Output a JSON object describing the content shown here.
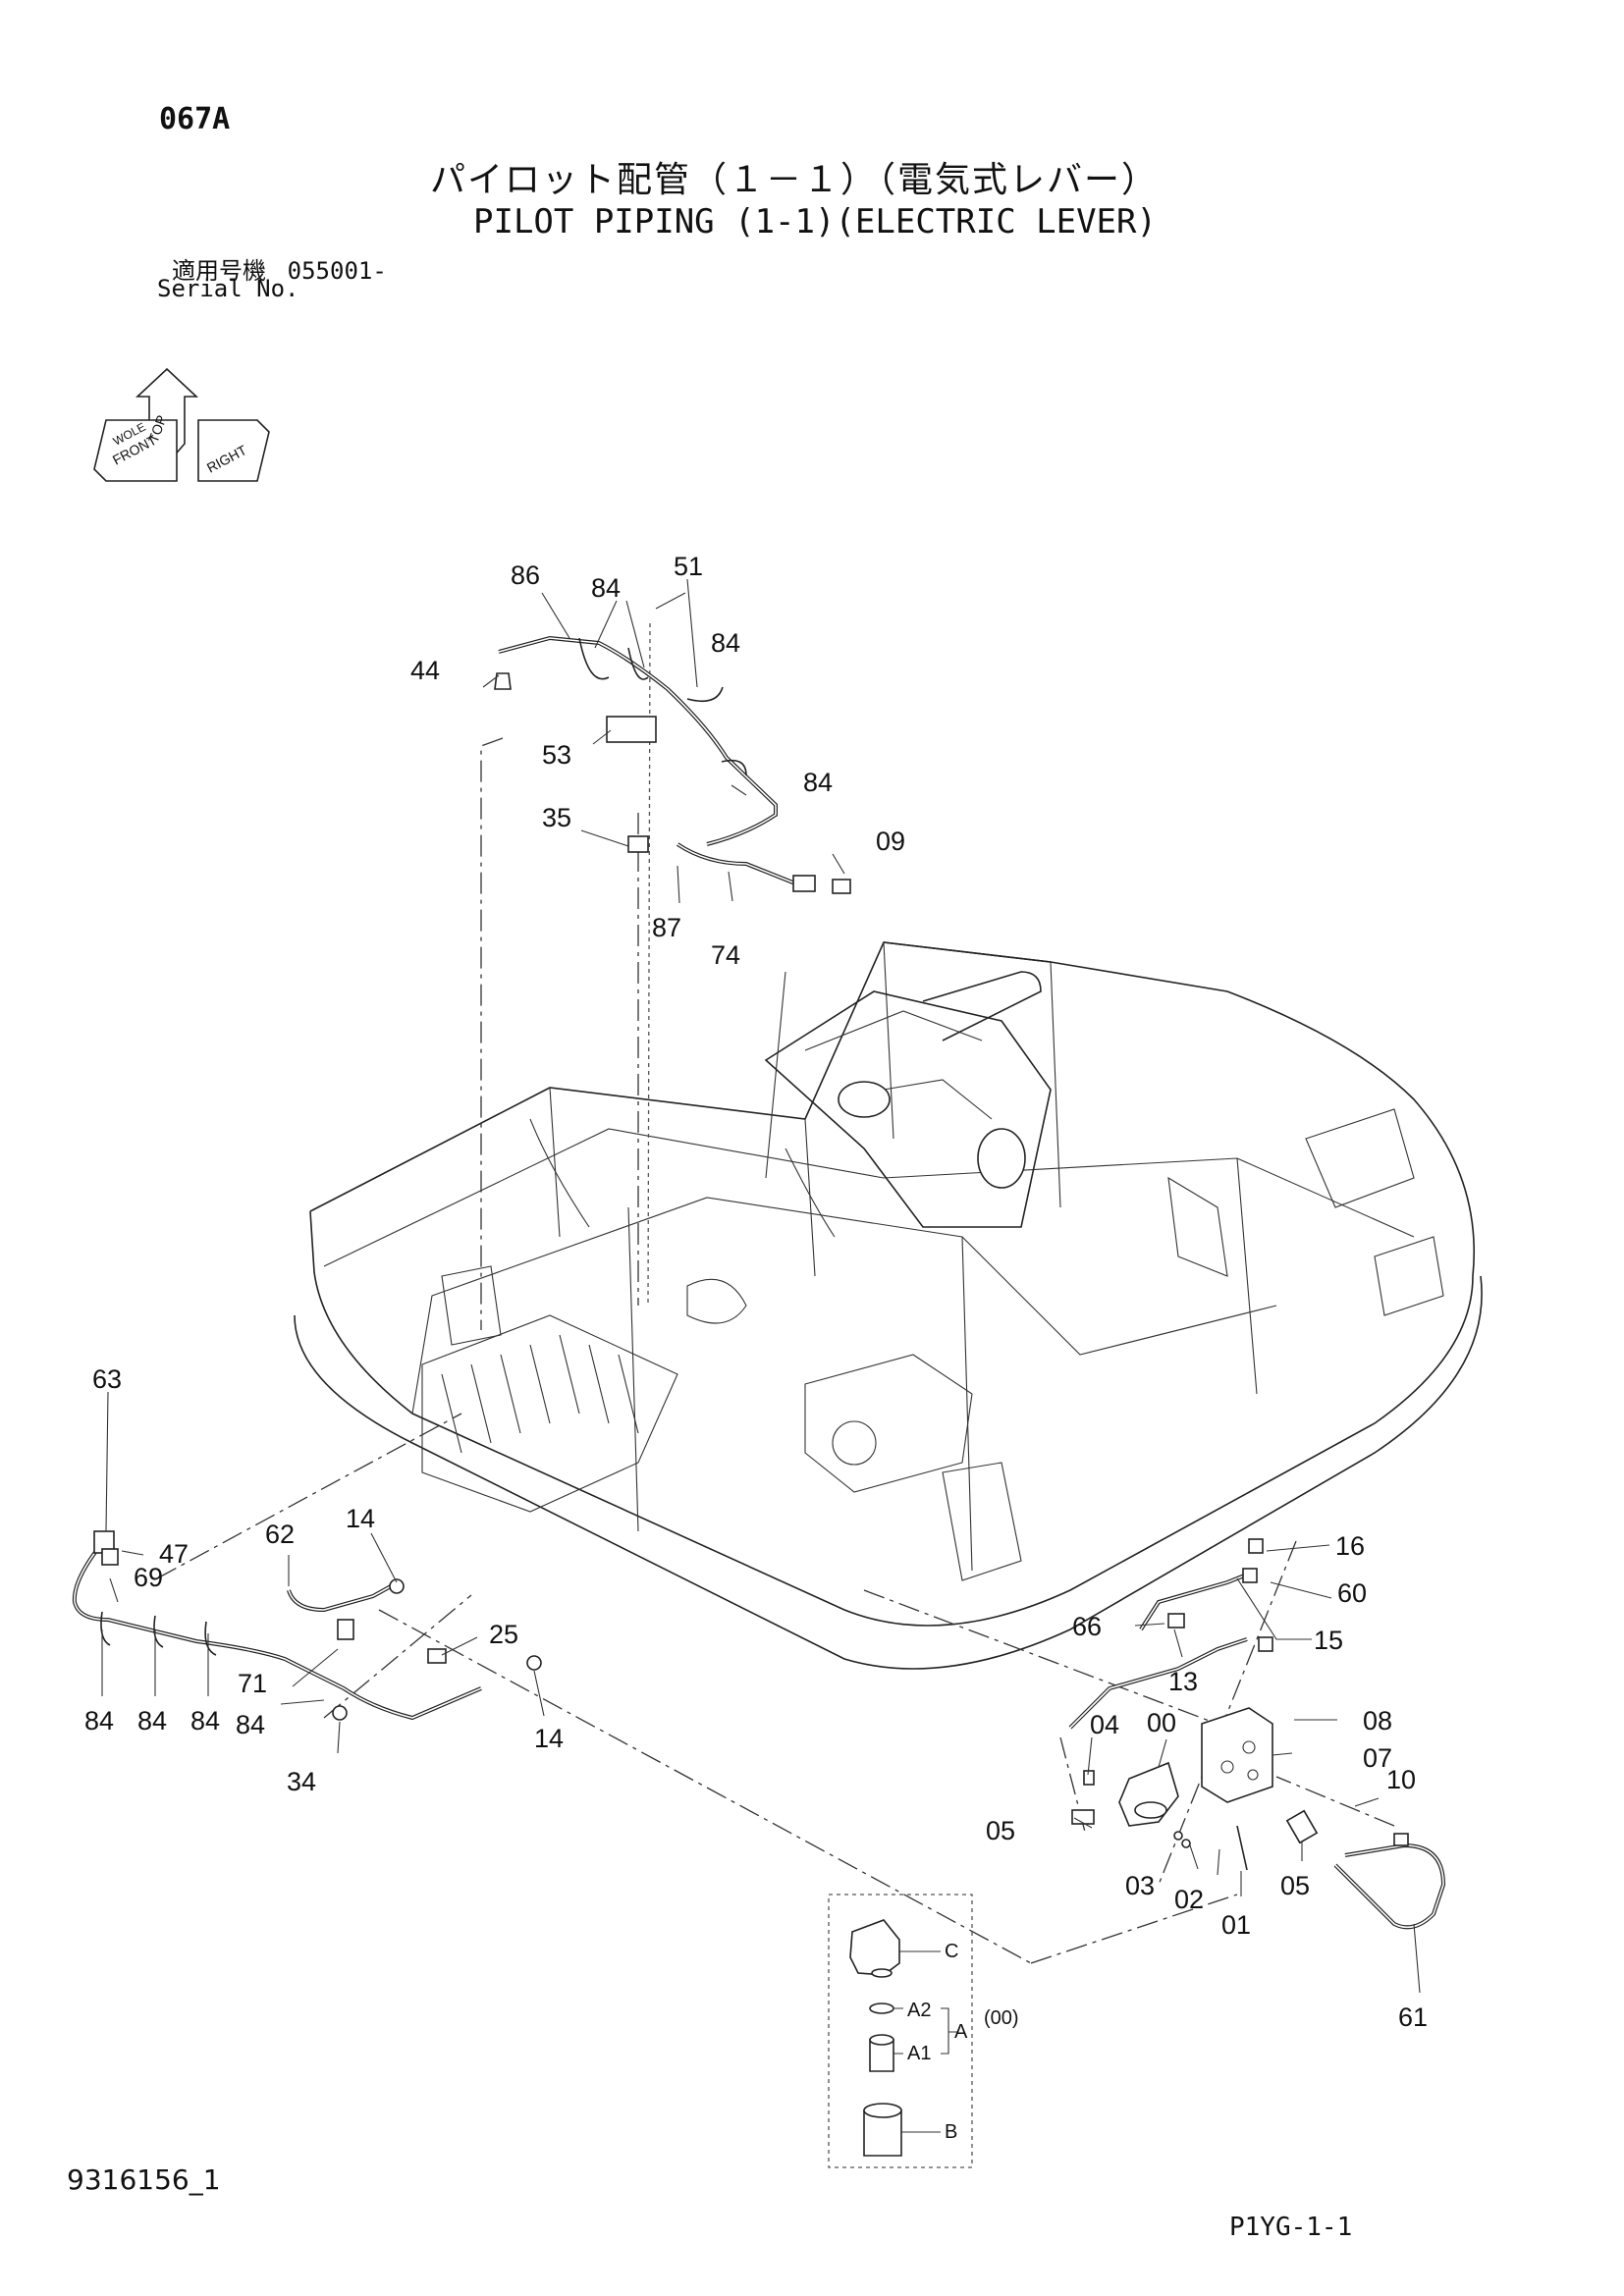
{
  "header": {
    "code": "067A",
    "title_jp": "パイロット配管（１－１）（電気式レバー）",
    "title_en": "PILOT PIPING (1-1)(ELECTRIC LEVER)",
    "serial_label_jp": "適用号機",
    "serial_value": "055001-",
    "serial_label_en": "Serial No."
  },
  "orientation": {
    "labels": [
      "FRONT",
      "TOP",
      "RIGHT",
      "WOLE"
    ]
  },
  "callouts": [
    "86",
    "84",
    "51",
    "84",
    "44",
    "53",
    "84",
    "35",
    "09",
    "87",
    "74",
    "63",
    "47",
    "62",
    "14",
    "69",
    "25",
    "71",
    "84",
    "84",
    "84",
    "84",
    "34",
    "14",
    "16",
    "60",
    "66",
    "13",
    "15",
    "08",
    "04",
    "00",
    "07",
    "10",
    "05",
    "05",
    "03",
    "02",
    "01",
    "61"
  ],
  "inset": {
    "labels": [
      "C",
      "A2",
      "A",
      "(00)",
      "A1",
      "B"
    ]
  },
  "footer": {
    "doc_number": "9316156_1",
    "page_code": "P1YG-1-1"
  }
}
